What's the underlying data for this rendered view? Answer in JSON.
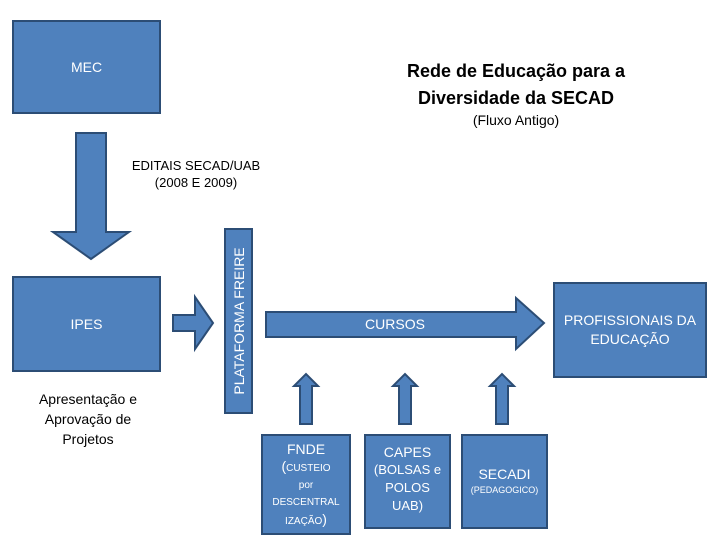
{
  "title": {
    "line1": "Rede de Educação para a",
    "line2": "Diversidade da SECAD",
    "subtitle": "(Fluxo Antigo)"
  },
  "nodes": {
    "mec": "MEC",
    "ipes": "IPES",
    "plataforma": "PLATAFORMA FREIRE",
    "cursos": "CURSOS",
    "profissionais": {
      "line1": "PROFISSIONAIS DA",
      "line2": "EDUCAÇÃO"
    },
    "fnde": {
      "line1": "FNDE",
      "line2a": "(",
      "line2b": "CUSTEIO",
      "line3": "por",
      "line4": "DESCENTRAL",
      "line5a": "IZAÇÃO",
      "line5b": ")"
    },
    "capes": {
      "line1": "CAPES",
      "line2": "(BOLSAS e",
      "line3": "POLOS",
      "line4": "UAB)"
    },
    "secadi": {
      "line1": "SECADI",
      "line2": "(PEDAGOGICO)"
    }
  },
  "annotations": {
    "editais_line1": "EDITAIS SECAD/UAB",
    "editais_line2": "(2008 E 2009)",
    "apresentacao_line1": "Apresentação e",
    "apresentacao_line2": "Aprovação de",
    "apresentacao_line3": "Projetos"
  },
  "colors": {
    "fill": "#4f81bd",
    "stroke": "#2c4d75",
    "text": "#ffffff"
  }
}
